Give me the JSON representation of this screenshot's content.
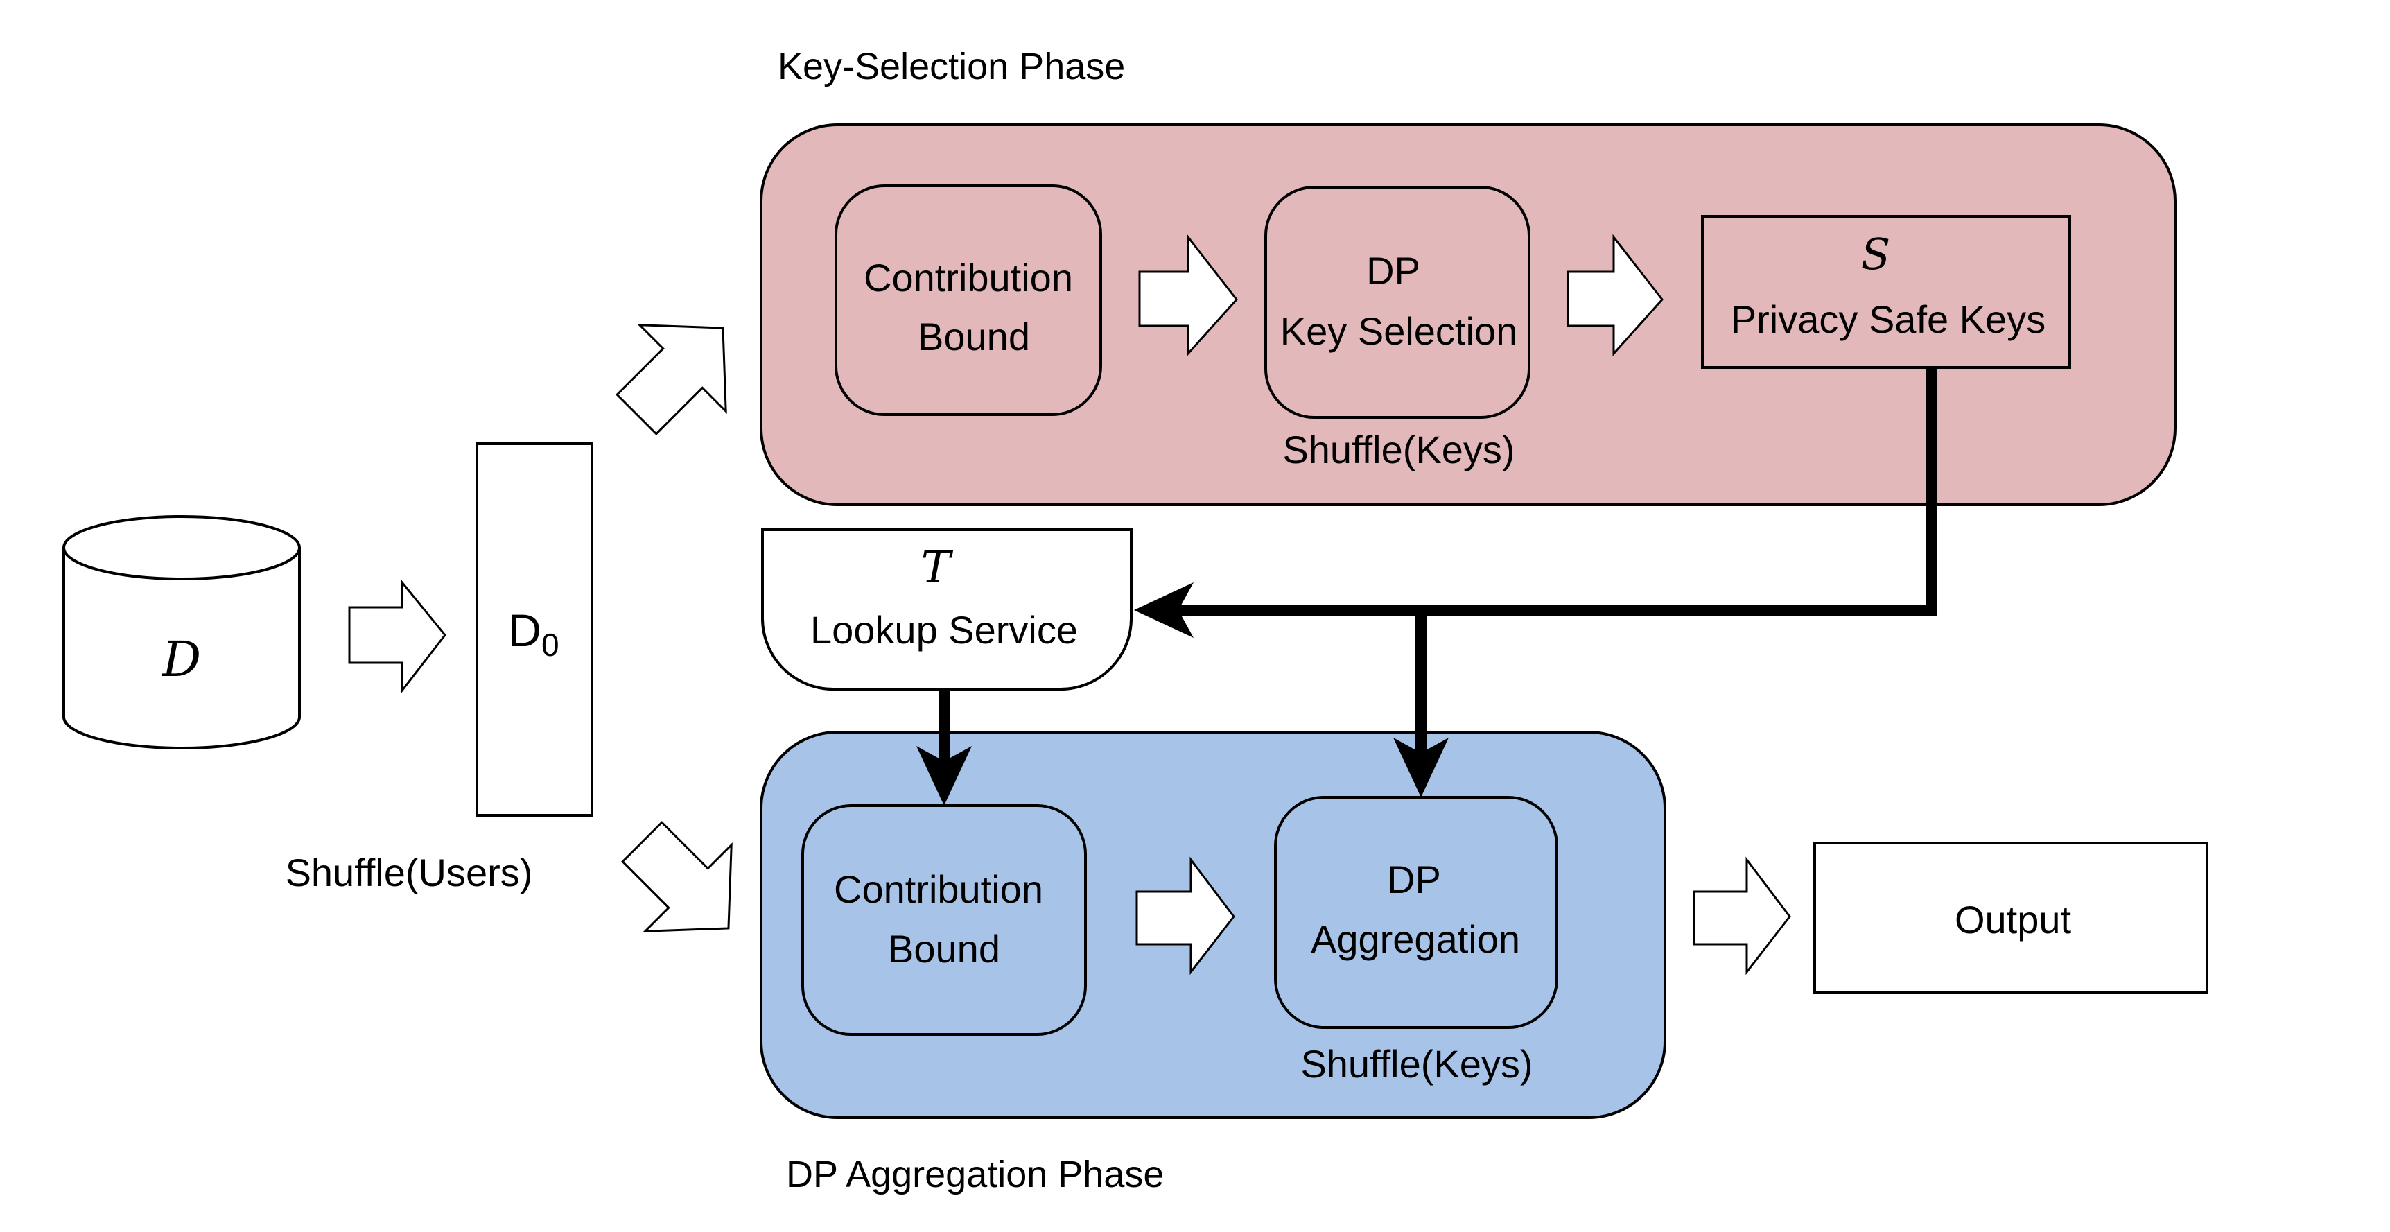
{
  "phases": {
    "key_selection": {
      "title": "Key-Selection Phase",
      "fill_color": "#e3b8bb",
      "steps": {
        "contribution_bound": {
          "line1": "Contribution",
          "line2": "Bound"
        },
        "dp_key_selection": {
          "line1": "DP",
          "line2": "Key Selection",
          "caption": "Shuffle(Keys)"
        },
        "privacy_safe_keys": {
          "symbol": "S",
          "label": "Privacy Safe Keys"
        }
      }
    },
    "aggregation": {
      "title": "DP Aggregation Phase",
      "fill_color": "#a7c3e8",
      "steps": {
        "contribution_bound": {
          "line1": "Contribution",
          "line2": "Bound"
        },
        "dp_aggregation": {
          "line1": "DP",
          "line2": "Aggregation",
          "caption": "Shuffle(Keys)"
        }
      }
    }
  },
  "dataset": {
    "symbol": "D"
  },
  "shuffled_dataset": {
    "symbol": "D",
    "subscript": "0",
    "caption": "Shuffle(Users)"
  },
  "lookup_service": {
    "symbol": "T",
    "label": "Lookup Service"
  },
  "output": {
    "label": "Output"
  }
}
